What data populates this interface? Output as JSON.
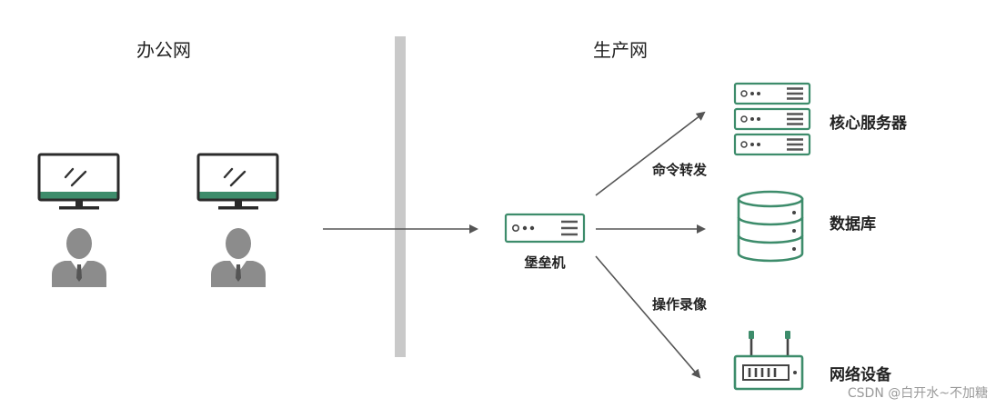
{
  "zones": {
    "office": "办公网",
    "production": "生产网"
  },
  "bastion": {
    "label": "堡垒机"
  },
  "flows": {
    "command_forwarding": "命令转发",
    "operation_recording": "操作录像"
  },
  "targets": {
    "core_servers": "核心服务器",
    "database": "数据库",
    "network_devices": "网络设备"
  },
  "watermark": "CSDN @白开水~不加糖",
  "colors": {
    "accent": "#3d8c6b",
    "divider": "#c9c9c9",
    "icon_gray": "#8c8c8c",
    "arrow": "#555555"
  },
  "icons": [
    "monitor-icon",
    "user-icon",
    "bastion-host-icon",
    "server-rack-icon",
    "database-icon",
    "router-icon",
    "arrow-icon"
  ]
}
